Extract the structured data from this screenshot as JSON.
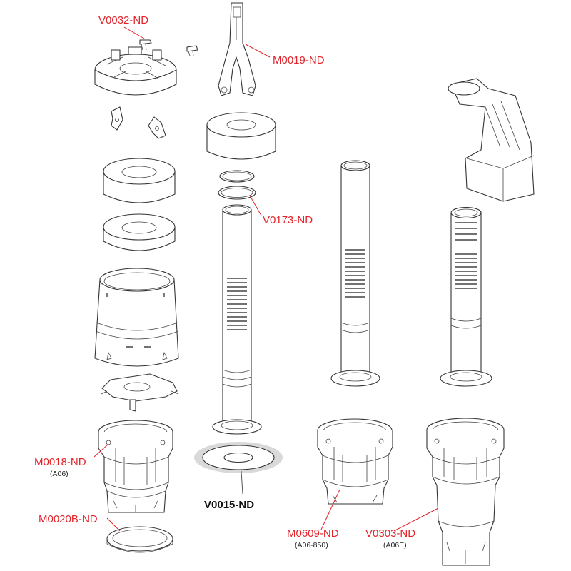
{
  "labels": {
    "v0032": "V0032-ND",
    "m0019": "M0019-ND",
    "v0173": "V0173-ND",
    "m0018": "M0018-ND",
    "m0018_sub": "(A06)",
    "m0020b": "M0020B-ND",
    "v0015": "V0015-ND",
    "m0609": "M0609-ND",
    "m0609_sub": "(A06-850)",
    "v0303": "V0303-ND",
    "v0303_sub": "(A06E)"
  },
  "colors": {
    "label_red": "#e3242b",
    "label_dark": "#111111",
    "line_art": "#333333",
    "highlight_gray": "#d9d9d9"
  }
}
